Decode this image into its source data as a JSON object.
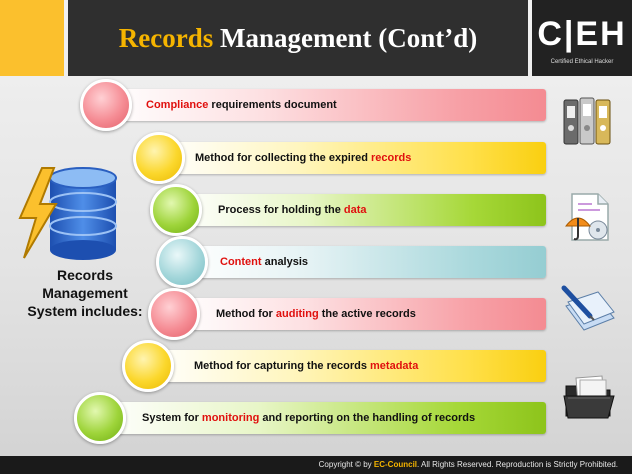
{
  "header": {
    "title_accent": "Records",
    "title_rest": " Management (Cont’d)"
  },
  "logo": {
    "letters": "C|EH",
    "subtitle": "Certified Ethical Hacker"
  },
  "caption": {
    "line1": "Records",
    "line2": "Management",
    "line3": "System includes:"
  },
  "items": [
    {
      "pre": "",
      "hl": "Compliance",
      "post": "  requirements document",
      "color": "red"
    },
    {
      "pre": "Method for collecting the expired ",
      "hl": "records",
      "post": "",
      "color": "yellow"
    },
    {
      "pre": "Process for holding the ",
      "hl": "data",
      "post": "",
      "color": "green"
    },
    {
      "pre": "",
      "hl": "Content",
      "post": " analysis",
      "color": "blue"
    },
    {
      "pre": "Method for ",
      "hl": "auditing",
      "post": "  the active records",
      "color": "red"
    },
    {
      "pre": "Method for capturing the records ",
      "hl": "metadata",
      "post": "",
      "color": "yellow"
    },
    {
      "pre": "System for ",
      "hl": "monitoring",
      "post": " and  reporting on the handling of records",
      "color": "green"
    }
  ],
  "icons": {
    "left": "database-lightning-icon",
    "right": [
      "binders-icon",
      "document-umbrella-icon",
      "papers-pen-icon",
      "folder-icon"
    ]
  },
  "footer": {
    "pre": "Copyright © by ",
    "brand": "EC-Council",
    "post": ". All Rights Reserved.  Reproduction is Strictly Prohibited."
  },
  "colors": {
    "accent": "#f5b400",
    "highlight_text": "#e0100e",
    "header_bg": "#2f2f2f"
  }
}
